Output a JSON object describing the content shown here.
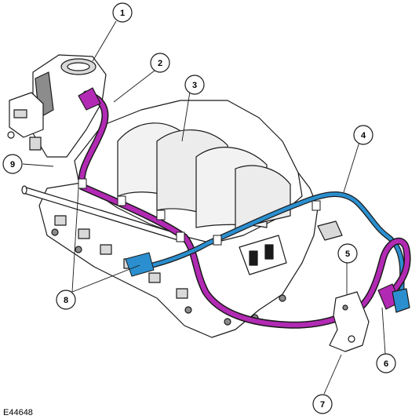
{
  "figure": {
    "id_label": "E44648",
    "colors": {
      "outline": "#1a1a1a",
      "engine_fill": "#ffffff",
      "engine_shade": "#d9d9d9",
      "engine_dark": "#8c8c8c",
      "hose_magenta": "#b22ab4",
      "hose_blue": "#2b8fcf"
    }
  },
  "callouts": [
    {
      "key": "c1",
      "label": "1"
    },
    {
      "key": "c2",
      "label": "2"
    },
    {
      "key": "c3",
      "label": "3"
    },
    {
      "key": "c4",
      "label": "4"
    },
    {
      "key": "c5",
      "label": "5"
    },
    {
      "key": "c6",
      "label": "6"
    },
    {
      "key": "c7",
      "label": "7"
    },
    {
      "key": "c8",
      "label": "8"
    },
    {
      "key": "c9",
      "label": "9"
    }
  ]
}
